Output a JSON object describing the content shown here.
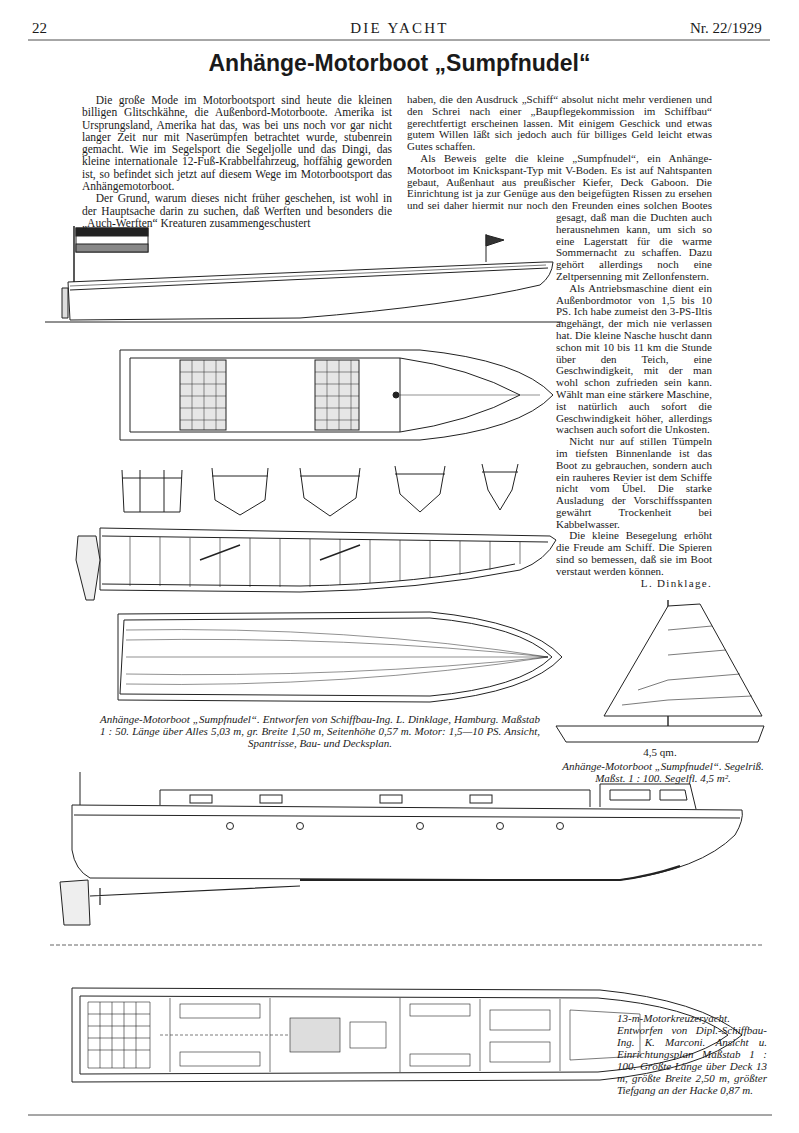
{
  "diagram": {
    "title": "Anhänge-Motorboot „Sumpfnudel“",
    "labels": [
      "22",
      "DIE YACHT",
      "Nr. 22/1929",
      "Die große Mode im Motorbootsport sind heute die kleinen billigen Glitschkähne, die Außenbord-Motorboote. Amerika ist Ursprungsland, Amerika hat das, was bei uns noch vor gar nicht langer Zeit nur mit Naserümpfen betrachtet wurde, stubenrein gemacht. Wie im Segelsport die Segeljolle und das Dingi, das kleine internationale 12-Fuß-Krabbelfahrzeug, hoffähig geworden ist, so befindet sich jetzt auf diesem Wege im Motorbootsport das Anhängemotorboot.",
      "Der Grund, warum dieses nicht früher geschehen, ist wohl in der Hauptsache darin zu suchen, daß Werften und besonders die „Auch-Werften“ Kreaturen zusammengeschustert",
      "haben, die den Ausdruck „Schiff“ absolut nicht mehr verdienen und den Schrei nach einer „Baupflegekommission im Schiffbau“ gerechtfertigt erscheinen lassen. Mit einigem Geschick und etwas gutem Willen läßt sich jedoch auch für billiges Geld leicht etwas Gutes schaffen.",
      "Als Beweis gelte die kleine „Sumpfnudel“, ein Anhänge-Motorboot im Knickspant-Typ mit V-Boden. Es ist auf Nahtspanten gebaut, Außenhaut aus preußischer Kiefer, Deck Gaboon. Die Einrichtung ist ja zur Genüge aus den beigefügten Rissen zu ersehen und sei daher hiermit nur noch den Freunden eines solchen Bootes gesagt, daß man die Duchten auch herausnehmen kann, um sich so eine Lagerstatt für die warme Sommernacht zu schaffen. Dazu gehört allerdings noch eine Zeltpersenning mit Zellonfenstern.",
      "Als Antriebsmaschine dient ein Außenbordmotor von 1,5 bis 10 PS. Ich habe zumeist den 3-PS-Iltis angehängt, der mich nie verlassen hat. Die kleine Nasche huscht dann schon mit 10 bis 11 km die Stunde über den Teich, eine Geschwindigkeit, mit der man wohl schon zufrieden sein kann. Wählt man eine stärkere Maschine, ist natürlich auch sofort die Geschwindigkeit höher, allerdings wachsen auch sofort die Unkosten.",
      "Nicht nur auf stillen Tümpeln im tiefsten Binnenlande ist das Boot zu gebrauchen, sondern auch ein rauheres Revier ist dem Schiffe nicht vom Übel. Die starke Ausladung der Vorschiffsspanten gewährt Trockenheit bei Kabbelwasser.",
      "Die kleine Besegelung erhöht die Freude am Schiff. Die Spieren sind so bemessen, daß sie im Boot verstaut werden können.",
      "L. Dinklage.",
      "Anhänge-Motorboot „Sumpfnudel“. Entworfen von Schiffbau-Ing. L. Dinklage, Hamburg. Maßstab 1 : 50. Länge über Alles 5,03 m, gr. Breite 1,50 m, Seitenhöhe 0,57 m. Motor: 1,5—10 PS. Ansicht, Spantrisse, Bau- und Decksplan.",
      "4,5 qm.",
      "Anhänge-Motorboot „Sumpfnudel“. Segelriß. Maßst. 1 : 100. Segelfl. 4,5 m².",
      "13-m-Motorkreuzeryacht. Entworfen von Dipl.-Schiffbau-Ing. K. Marconi. Ansicht u. Einrichtungsplan Maßstab 1 : 100. Größte Länge über Deck 13 m, größte Breite 2,50 m, größter Tiefgang an der Hacke 0,87 m."
    ]
  }
}
